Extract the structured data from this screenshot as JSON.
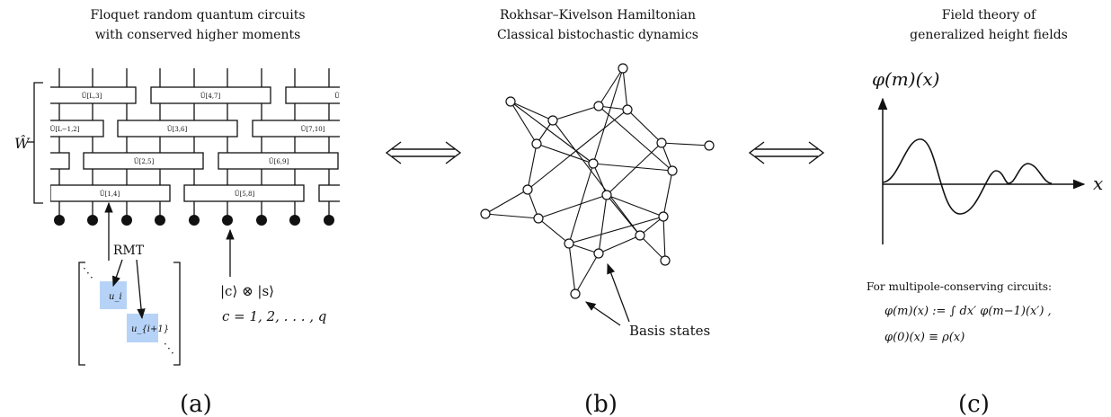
{
  "panel_a": {
    "title_line1": "Floquet random quantum circuits",
    "title_line2": "with conserved higher moments",
    "w_label": "Ŵ",
    "gate_labels_row1": [
      "Û[L,3]",
      "Û[4,7]",
      "Û"
    ],
    "gate_labels_row2": [
      "Û[L−1,2]",
      "Û[3,6]",
      "Û[7,10]"
    ],
    "gate_labels_row3": [
      "Û[2,5]",
      "Û[6,9]"
    ],
    "gate_labels_row4": [
      "Û[1,4]",
      "Û[5,8]"
    ],
    "rmt_label": "RMT",
    "block1": "u_i",
    "block2": "u_{i+1}",
    "state_label": "|c⟩ ⊗ |s⟩",
    "c_range": "c = 1, 2, . . . , q",
    "label": "(a)"
  },
  "panel_b": {
    "title_line1": "Rokhsar–Kivelson Hamiltonian",
    "title_line2": "Classical bistochastic dynamics",
    "basis_label": "Basis states",
    "label": "(b)"
  },
  "panel_c": {
    "title_line1": "Field theory of",
    "title_line2": "generalized height fields",
    "y_axis_label": "φ(m)(x)",
    "x_axis_label": "x",
    "note_title": "For multipole-conserving circuits:",
    "eq1": "φ(m)(x) := ∫ dx′ φ(m−1)(x′) ,",
    "eq2": "φ(0)(x) ≡ ρ(x)",
    "label": "(c)"
  },
  "colors": {
    "block_fill": "#b6d3f7",
    "ink": "#111111"
  }
}
